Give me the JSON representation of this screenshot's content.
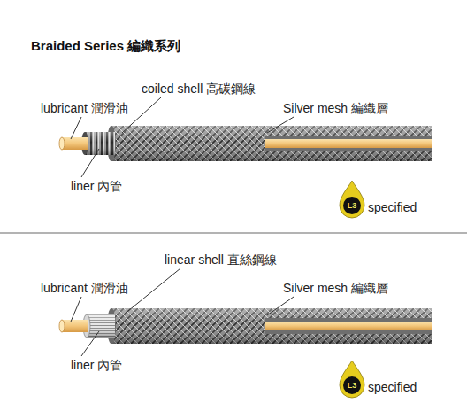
{
  "diagram": {
    "title": "Braided Series 編織系列",
    "labels": [
      "lubricant 潤滑油",
      "coiled shell 高碳鋼線",
      "Silver mesh 編織層",
      "liner 內管",
      "L3",
      "specified",
      "linear shell 直絲鋼線",
      "lubricant 潤滑油",
      "Silver mesh 編織層",
      "liner 內管",
      "L3",
      "specified"
    ]
  }
}
